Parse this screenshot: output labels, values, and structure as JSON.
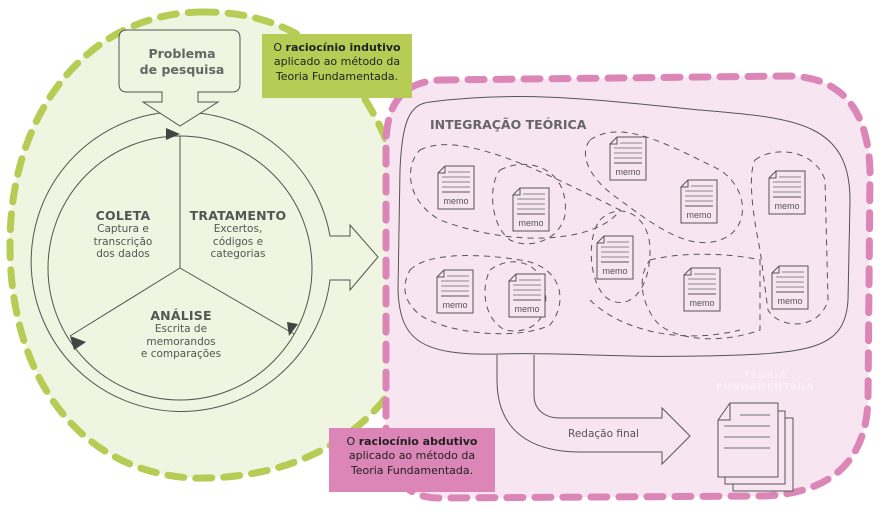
{
  "colors": {
    "green_accent": "#b6cc54",
    "green_bg": "#eff5e0",
    "pink_accent": "#dc85b7",
    "pink_bg": "#f7e6f1",
    "line": "#555555"
  },
  "problem_box": {
    "line1": "Problema",
    "line2": "de pesquisa"
  },
  "inductive_callout": {
    "prefix": "O ",
    "bold": "raciocínio indutivo",
    "line2": "aplicado ao método da",
    "line3": "Teoria Fundamentada."
  },
  "cycle": {
    "coleta": {
      "title": "COLETA",
      "lines": [
        "Captura e",
        "transcrição",
        "dos dados"
      ]
    },
    "tratamento": {
      "title": "TRATAMENTO",
      "lines": [
        "Excertos,",
        "códigos e",
        "categorias"
      ]
    },
    "analise": {
      "title": "ANÁLISE",
      "lines": [
        "Escrita de",
        "memorandos",
        "e comparações"
      ]
    }
  },
  "integration": {
    "title": "INTEGRAÇÃO TEÓRICA",
    "memo_label": "memo",
    "memo_count": 10
  },
  "output": {
    "arrow_label": "Redação final",
    "result_line1": "TEORIA",
    "result_line2": "FUNDAMENTADA"
  },
  "abductive_callout": {
    "prefix": "O ",
    "bold": "raciocínio abdutivo",
    "line2": "aplicado ao método da",
    "line3": "Teoria Fundamentada."
  },
  "icons": {
    "memo": "memo-document-icon",
    "final_document": "document-stack-icon"
  }
}
